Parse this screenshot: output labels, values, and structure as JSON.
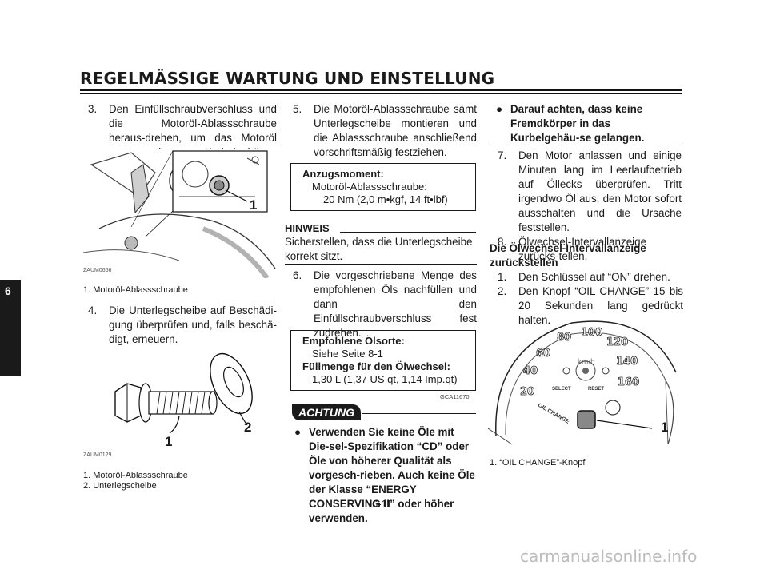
{
  "header": {
    "title": "REGELMÄSSIGE WARTUNG UND EINSTELLUNG"
  },
  "chapter_tab": "6",
  "col1": {
    "step3": {
      "num": "3.",
      "text": "Den Einfüllschraubverschluss und die Motoröl-Ablassschraube heraus-drehen, um das Motoröl aus dem Kurbelgehäuse abzulassen."
    },
    "fig1": {
      "code": "ZAUM0666",
      "callout": "1",
      "caption": "1. Motoröl-Ablassschraube"
    },
    "step4": {
      "num": "4.",
      "text": "Die Unterlegscheibe auf Beschädi-gung überprüfen und, falls beschä-digt, erneuern."
    },
    "fig2": {
      "code": "ZAUM0129",
      "callout1": "1",
      "callout2": "2",
      "caption1": "1. Motoröl-Ablassschraube",
      "caption2": "2. Unterlegscheibe"
    }
  },
  "col2": {
    "step5": {
      "num": "5.",
      "text": "Die Motoröl-Ablassschraube samt Unterlegscheibe montieren und die Ablassschraube anschließend vorschriftsmäßig festziehen."
    },
    "torque_box": {
      "heading": "Anzugsmoment:",
      "line1": "Motoröl-Ablassschraube:",
      "line2": "20 Nm (2,0 m•kgf, 14 ft•lbf)"
    },
    "hinweis": {
      "heading": "HINWEIS",
      "text": "Sicherstellen, dass die Unterlegscheibe korrekt sitzt."
    },
    "step6": {
      "num": "6.",
      "text": "Die vorgeschriebene Menge des empfohlenen Öls nachfüllen und dann den Einfüllschraubverschluss fest zudrehen."
    },
    "oil_box": {
      "heading1": "Empfohlene Ölsorte:",
      "line1": "Siehe Seite 8-1",
      "heading2": "Füllmenge für den Ölwechsel:",
      "line2": "1,30 L (1,37 US qt, 1,14 Imp.qt)"
    },
    "code": "GCA11670",
    "achtung": {
      "label": "ACHTUNG",
      "text": "Verwenden Sie keine Öle mit Die-sel-Spezifikation “CD” oder Öle von höherer Qualität als vorgesch-rieben. Auch keine Öle der Klasse “ENERGY CONSERVING II” oder höher verwenden."
    },
    "page_number": "6-11"
  },
  "col3": {
    "warn_bullet": "Darauf achten, dass keine Fremdkörper in das Kurbelgehäu-se gelangen.",
    "step7": {
      "num": "7.",
      "text": "Den Motor anlassen und einige Minuten lang im Leerlaufbetrieb auf Öllecks überprüfen. Tritt irgendwo Öl aus, den Motor sofort ausschalten und die Ursache feststellen."
    },
    "step8": {
      "num": "8.",
      "text": "Ölwechsel-Intervallanzeige zurücks-tellen."
    },
    "subheading": "Die Ölwechsel-Intervallanzeige zurückstellen",
    "sub1": {
      "num": "1.",
      "text": "Den Schlüssel auf “ON” drehen."
    },
    "sub2": {
      "num": "2.",
      "text": "Den Knopf “OIL CHANGE” 15 bis 20 Sekunden lang gedrückt halten."
    },
    "fig3": {
      "callout": "1",
      "caption": "1. “OIL CHANGE”-Knopf",
      "unit": "km/h",
      "select": "SELECT",
      "reset": "RESET",
      "oil_change": "OIL CHANGE",
      "ticks": [
        "20",
        "40",
        "60",
        "80",
        "100",
        "120",
        "140",
        "160"
      ]
    }
  },
  "watermark": "carmanualsonline.info"
}
